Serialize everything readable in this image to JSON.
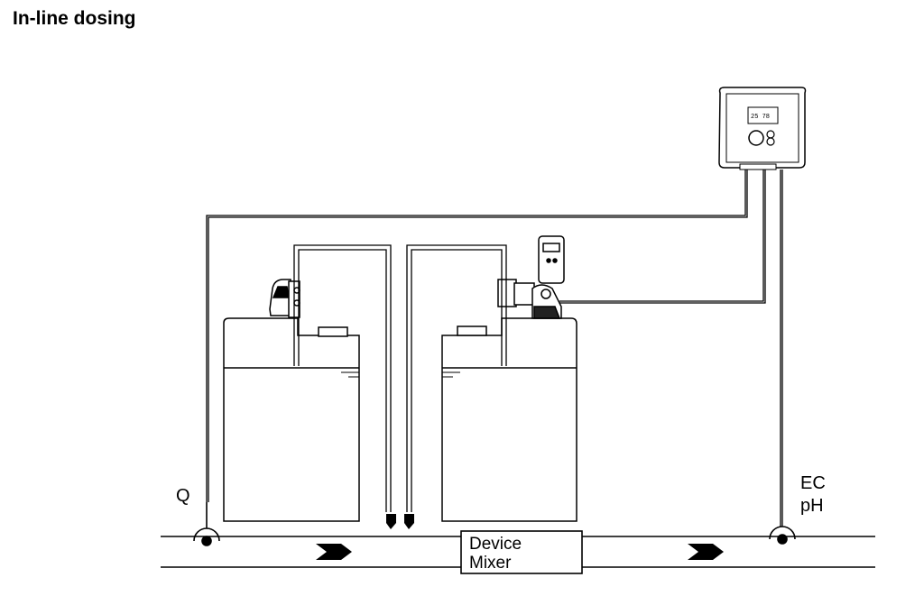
{
  "title": "In-line dosing",
  "labels": {
    "flow_sensor": "Q",
    "ec_sensor": "EC",
    "ph_sensor": "pH",
    "mixer_line1": "Device",
    "mixer_line2": "Mixer"
  },
  "controller_display": "25 78",
  "colors": {
    "line": "#000000",
    "tank_fill": "#ffffff"
  }
}
